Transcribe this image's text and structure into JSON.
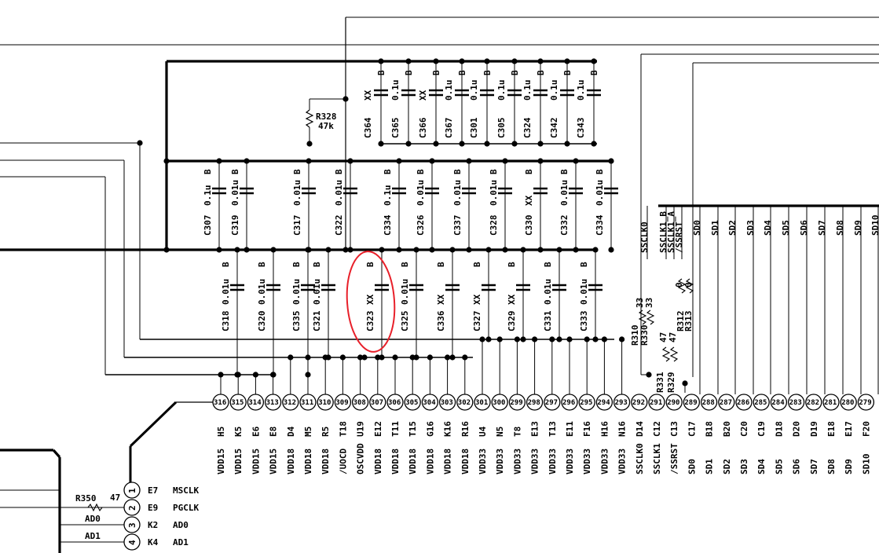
{
  "cap_row_top": [
    {
      "ref": "C364",
      "value": "XX",
      "grade": "B"
    },
    {
      "ref": "C365",
      "value": "0.1u",
      "grade": "B"
    },
    {
      "ref": "C366",
      "value": "XX",
      "grade": "B"
    },
    {
      "ref": "C367",
      "value": "0.1u",
      "grade": "B"
    },
    {
      "ref": "C301",
      "value": "0.1u",
      "grade": "B"
    },
    {
      "ref": "C305",
      "value": "0.1u",
      "grade": "B"
    },
    {
      "ref": "C324",
      "value": "0.1u",
      "grade": "B"
    },
    {
      "ref": "C342",
      "value": "0.1u",
      "grade": "B"
    },
    {
      "ref": "C343",
      "value": "0.1u",
      "grade": "B"
    }
  ],
  "cap_row_mid": [
    {
      "ref": "C307",
      "value": "0.1u",
      "grade": "B"
    },
    {
      "ref": "C319",
      "value": "0.01u",
      "grade": "B"
    },
    {
      "ref": "C317",
      "value": "0.01u",
      "grade": "B"
    },
    {
      "ref": "C322",
      "value": "0.01u",
      "grade": "B"
    },
    {
      "ref": "C334",
      "value": "0.1u",
      "grade": "B"
    },
    {
      "ref": "C326",
      "value": "0.01u",
      "grade": "B"
    },
    {
      "ref": "C337",
      "value": "0.01u",
      "grade": "B"
    },
    {
      "ref": "C328",
      "value": "0.01u",
      "grade": "B"
    },
    {
      "ref": "C330",
      "value": "XX",
      "grade": "B"
    },
    {
      "ref": "C332",
      "value": "0.01u",
      "grade": "B"
    },
    {
      "ref": "C334",
      "value": "0.01u",
      "grade": "B"
    }
  ],
  "cap_row_low": [
    {
      "ref": "C318",
      "value": "0.01u",
      "grade": "B"
    },
    {
      "ref": "C320",
      "value": "0.01u",
      "grade": "B"
    },
    {
      "ref": "C335",
      "value": "0.01u",
      "grade": "B"
    },
    {
      "ref": "C321",
      "value": "0.01u",
      "grade": "B"
    },
    {
      "ref": "C323",
      "value": "XX",
      "grade": "B"
    },
    {
      "ref": "C325",
      "value": "0.01u",
      "grade": "B"
    },
    {
      "ref": "C336",
      "value": "XX",
      "grade": "B"
    },
    {
      "ref": "C327",
      "value": "XX",
      "grade": "B"
    },
    {
      "ref": "C329",
      "value": "XX",
      "grade": "B"
    },
    {
      "ref": "C331",
      "value": "0.01u",
      "grade": "B"
    },
    {
      "ref": "C333",
      "value": "0.01u",
      "grade": "B"
    }
  ],
  "r328": {
    "ref": "R328",
    "value": "47k"
  },
  "pins": [
    {
      "num": "316",
      "ball": "H5",
      "net": "VDD15"
    },
    {
      "num": "315",
      "ball": "K5",
      "net": "VDD15"
    },
    {
      "num": "314",
      "ball": "E6",
      "net": "VDD15"
    },
    {
      "num": "313",
      "ball": "E8",
      "net": "VDD15"
    },
    {
      "num": "312",
      "ball": "D4",
      "net": "VDD18"
    },
    {
      "num": "311",
      "ball": "M5",
      "net": "VDD18"
    },
    {
      "num": "310",
      "ball": "R5",
      "net": "VDD18"
    },
    {
      "num": "309",
      "ball": "T18",
      "net": "/UOCD"
    },
    {
      "num": "308",
      "ball": "U19",
      "net": "OSCVDD"
    },
    {
      "num": "307",
      "ball": "E12",
      "net": "VDD18"
    },
    {
      "num": "306",
      "ball": "T11",
      "net": "VDD18"
    },
    {
      "num": "305",
      "ball": "T15",
      "net": "VDD18"
    },
    {
      "num": "304",
      "ball": "G16",
      "net": "VDD18"
    },
    {
      "num": "303",
      "ball": "K16",
      "net": "VDD18"
    },
    {
      "num": "302",
      "ball": "R16",
      "net": "VDD18"
    },
    {
      "num": "301",
      "ball": "U4",
      "net": "VDD33"
    },
    {
      "num": "300",
      "ball": "N5",
      "net": "VDD33"
    },
    {
      "num": "299",
      "ball": "T8",
      "net": "VDD33"
    },
    {
      "num": "298",
      "ball": "E13",
      "net": "VDD33"
    },
    {
      "num": "297",
      "ball": "T13",
      "net": "VDD33"
    },
    {
      "num": "296",
      "ball": "E11",
      "net": "VDD33"
    },
    {
      "num": "295",
      "ball": "F16",
      "net": "VDD33"
    },
    {
      "num": "294",
      "ball": "H16",
      "net": "VDD33"
    },
    {
      "num": "293",
      "ball": "N16",
      "net": "VDD33"
    },
    {
      "num": "292",
      "ball": "D14",
      "net": "SSCLK0"
    },
    {
      "num": "291",
      "ball": "C12",
      "net": "SSCLK1"
    },
    {
      "num": "290",
      "ball": "C13",
      "net": "/SSRST"
    },
    {
      "num": "289",
      "ball": "C17",
      "net": "SD0"
    },
    {
      "num": "288",
      "ball": "B18",
      "net": "SD1"
    },
    {
      "num": "287",
      "ball": "B20",
      "net": "SD2"
    },
    {
      "num": "286",
      "ball": "C20",
      "net": "SD3"
    },
    {
      "num": "285",
      "ball": "C19",
      "net": "SD4"
    },
    {
      "num": "284",
      "ball": "D18",
      "net": "SD5"
    },
    {
      "num": "283",
      "ball": "D20",
      "net": "SD6"
    },
    {
      "num": "282",
      "ball": "D19",
      "net": "SD7"
    },
    {
      "num": "281",
      "ball": "E18",
      "net": "SD8"
    },
    {
      "num": "280",
      "ball": "E17",
      "net": "SD9"
    },
    {
      "num": "279",
      "ball": "F20",
      "net": "SD10"
    }
  ],
  "bus_labels": [
    "SSCLK0",
    "SSCLK1_B",
    "SSCLK1_A",
    "/SSRST",
    "SD0",
    "SD1",
    "SD2",
    "SD3",
    "SD4",
    "SD5",
    "SD6",
    "SD7",
    "SD8",
    "SD9",
    "SD10"
  ],
  "series_r": [
    {
      "ref": "R310",
      "value": "33"
    },
    {
      "ref": "R330",
      "value": "33"
    },
    {
      "ref": "R312",
      "value": "0"
    },
    {
      "ref": "R313",
      "value": "0"
    },
    {
      "ref": "R331",
      "value": "47"
    },
    {
      "ref": "R329",
      "value": "47"
    }
  ],
  "left_pins": [
    {
      "num": "1",
      "ball": "E7",
      "net": "MSCLK"
    },
    {
      "num": "2",
      "ball": "E9",
      "net": "PGCLK"
    },
    {
      "num": "3",
      "ball": "K2",
      "net": "AD0"
    },
    {
      "num": "4",
      "ball": "K4",
      "net": "AD1"
    }
  ],
  "left_wires": {
    "r350_ref": "R350",
    "r350_val": "47",
    "ad0": "AD0",
    "ad1": "AD1"
  },
  "highlight": {
    "color": "#e8202a",
    "target": "C323"
  }
}
